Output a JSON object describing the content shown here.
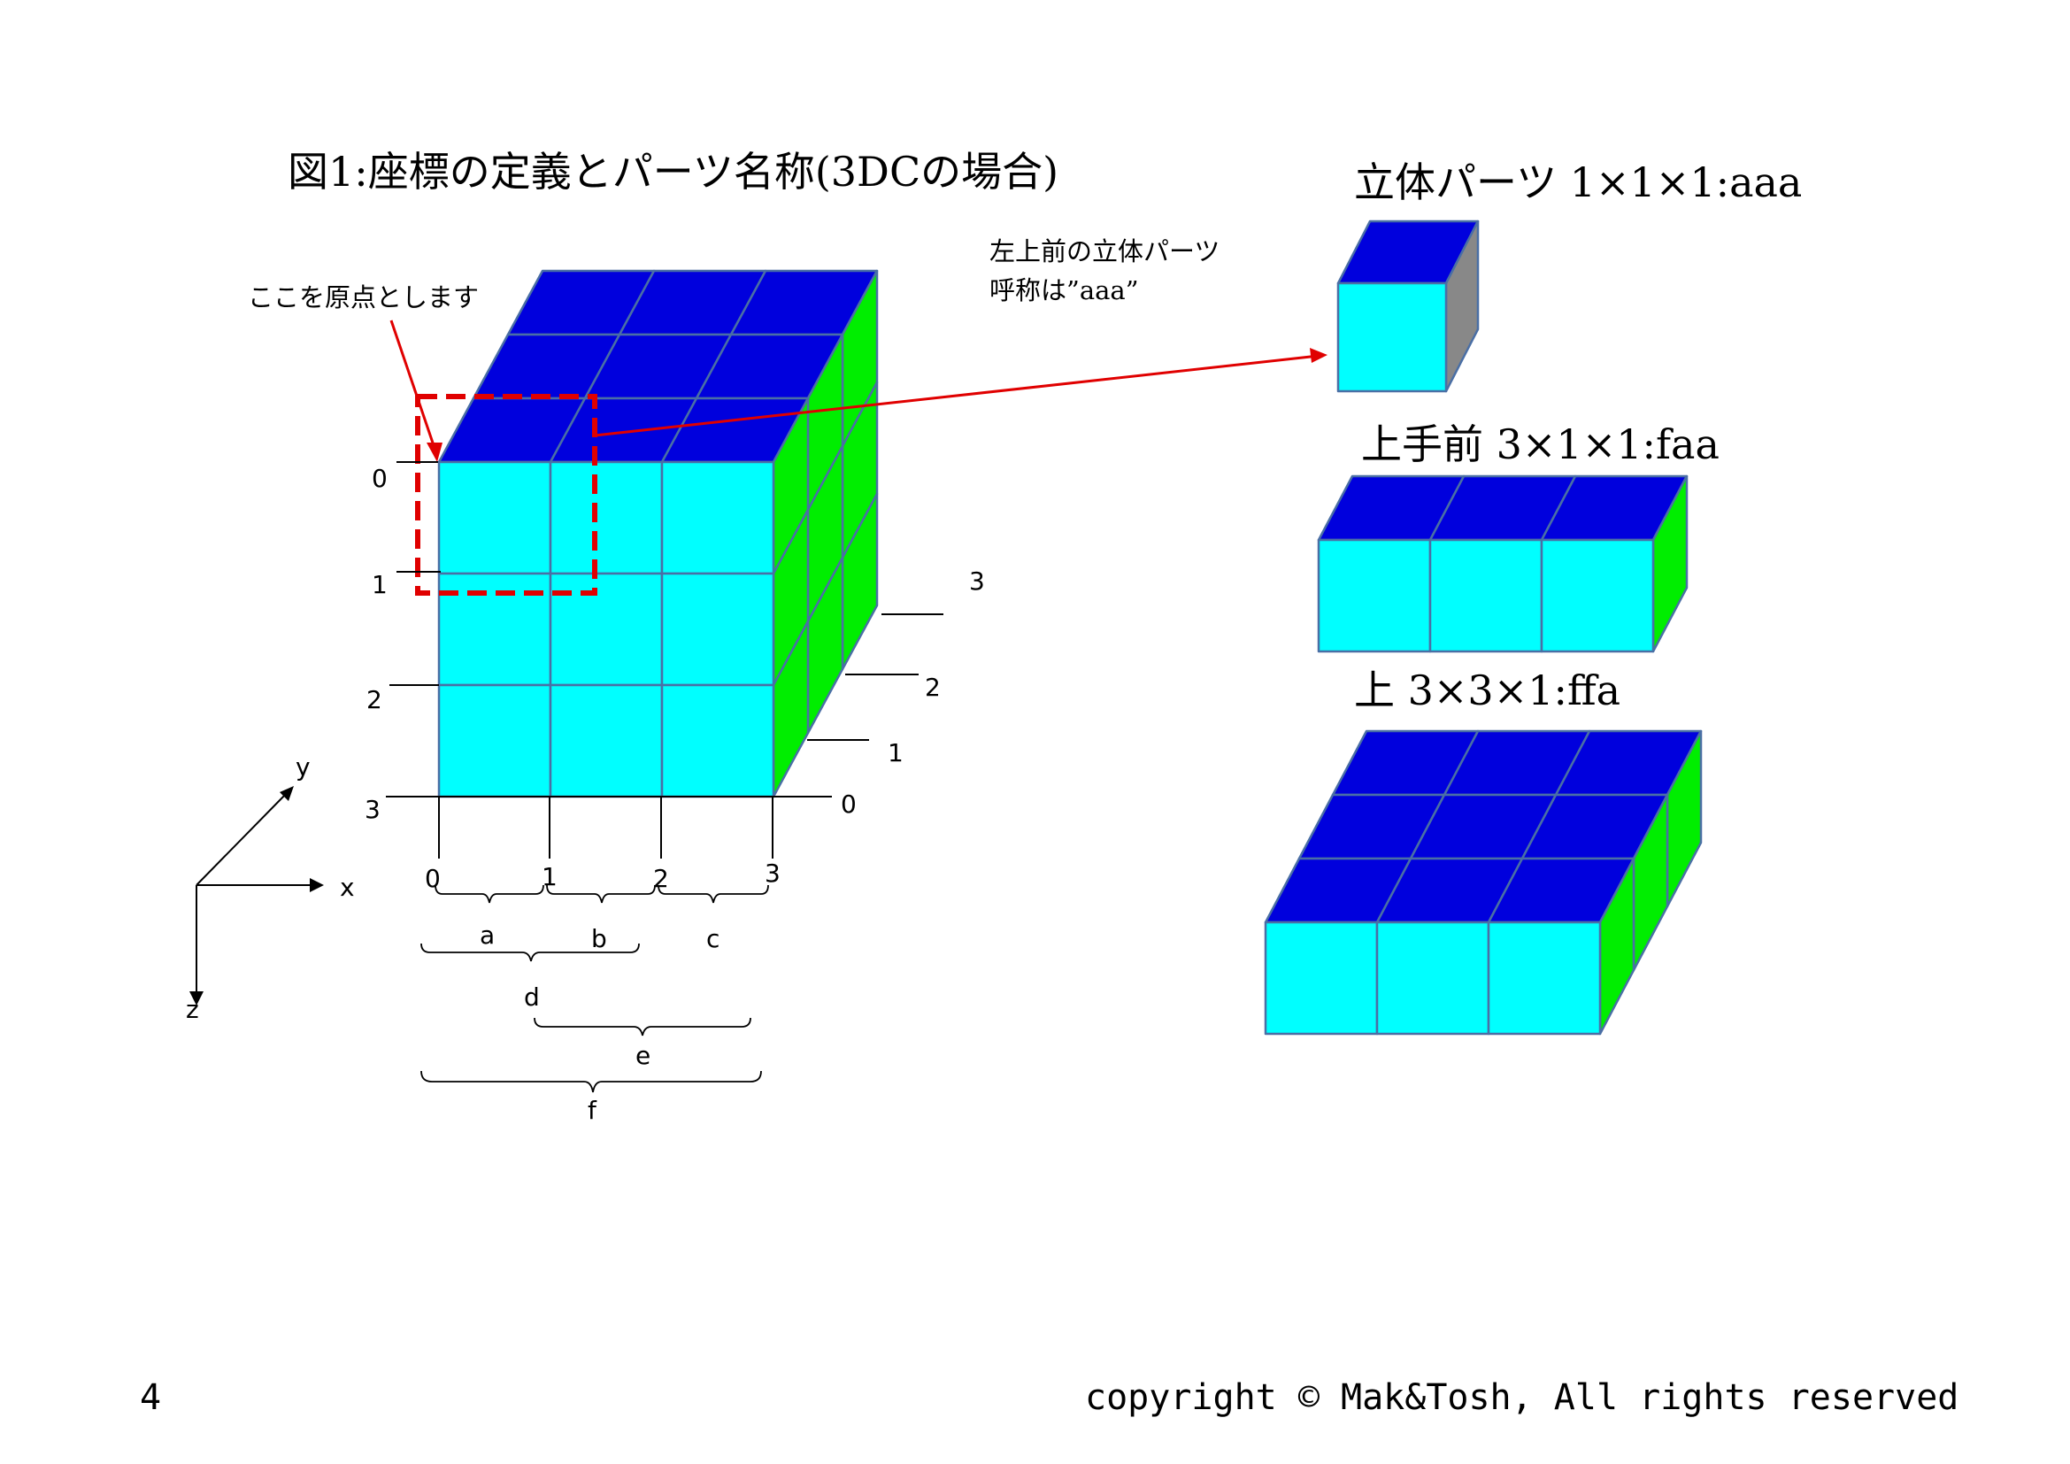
{
  "title": "図1:座標の定義とパーツ名称(3DCの場合)",
  "origin_note": "ここを原点とします",
  "callout": {
    "line1": "左上前の立体パーツ",
    "line2": "呼称は”aaa”"
  },
  "parts": [
    {
      "label": "立体パーツ 1×1×1:aaa"
    },
    {
      "label": "上手前 3×1×1:faa"
    },
    {
      "label": "上 3×3×1:ffa"
    }
  ],
  "row_labels": [
    "0",
    "1",
    "2",
    "3"
  ],
  "col_labels": [
    "0",
    "1",
    "2",
    "3"
  ],
  "depth_labels": [
    "0",
    "1",
    "2",
    "3"
  ],
  "axes": {
    "x": "x",
    "y": "y",
    "z": "z"
  },
  "braces": {
    "a": "a",
    "b": "b",
    "c": "c",
    "d": "d",
    "e": "e",
    "f": "f"
  },
  "footer": {
    "page": "4",
    "copyright": "copyright ©  Mak&Tosh, All rights reserved"
  },
  "colors": {
    "front": "#00ffff",
    "top": "#0000dd",
    "side": "#00ee00",
    "side_gray": "#888888",
    "edge": "#4a6fa5",
    "highlight": "#e00000"
  }
}
